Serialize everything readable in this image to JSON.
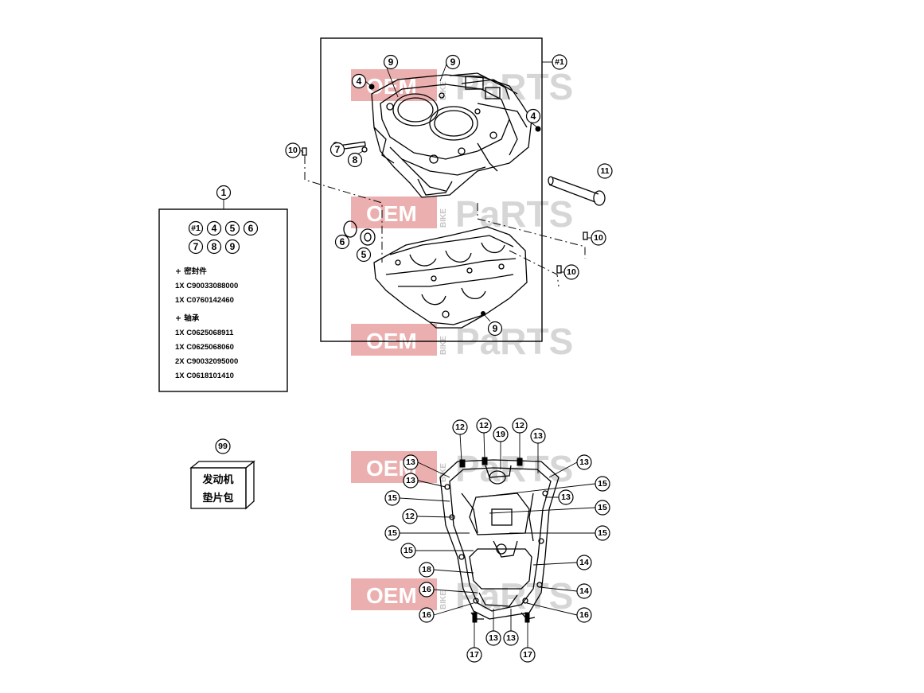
{
  "watermark": {
    "oem": "OEM",
    "bike": "BIKE",
    "parts": "PaRTS"
  },
  "callouts": {
    "c1": "1",
    "c99": "99",
    "c4": "4",
    "c5": "5",
    "c6": "6",
    "c7": "7",
    "c8": "8",
    "c9": "9",
    "c10": "10",
    "c11": "11",
    "c12": "12",
    "c13": "13",
    "c14": "14",
    "c15": "15",
    "c16": "16",
    "c17": "17",
    "c18": "18",
    "c19": "19",
    "assy": "#1"
  },
  "kit": {
    "includes": [
      "#1",
      "4",
      "5",
      "6",
      "7",
      "8",
      "9"
    ],
    "seal_heading": "+ 密封件",
    "seal_lines": [
      "1X  C90033088000",
      "1X  C0760142460"
    ],
    "bearing_heading": "+ 轴承",
    "bearing_lines": [
      "1X  C0625068911",
      "1X  C0625068060",
      "2X  C90032095000",
      "1X  C0618101410"
    ]
  },
  "gasket_box": {
    "line1": "发动机",
    "line2": "垫片包"
  },
  "colors": {
    "watermark_red": "#e8a2a2",
    "ink": "#000000"
  }
}
